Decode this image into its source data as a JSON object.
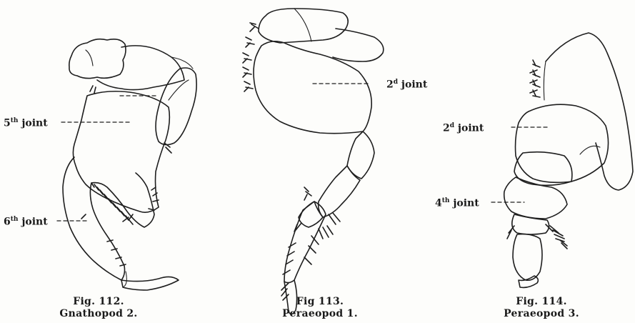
{
  "figures": [
    {
      "number": "Fig. 112.",
      "name": "Gnathopod 2.",
      "labels": [
        {
          "sup": "th",
          "pre": "5",
          "post": " joint"
        },
        {
          "sup": "th",
          "pre": "6",
          "post": " joint"
        }
      ]
    },
    {
      "number": "Fig 113.",
      "name": "Peraeopod 1.",
      "labels": [
        {
          "sup": "d",
          "pre": "2",
          "post": " joint"
        }
      ]
    },
    {
      "number": "Fig. 114.",
      "name": "Peraeopod 3.",
      "labels": [
        {
          "sup": "d",
          "pre": "2",
          "post": " joint"
        },
        {
          "sup": "th",
          "pre": "4",
          "post": " joint"
        }
      ]
    }
  ]
}
